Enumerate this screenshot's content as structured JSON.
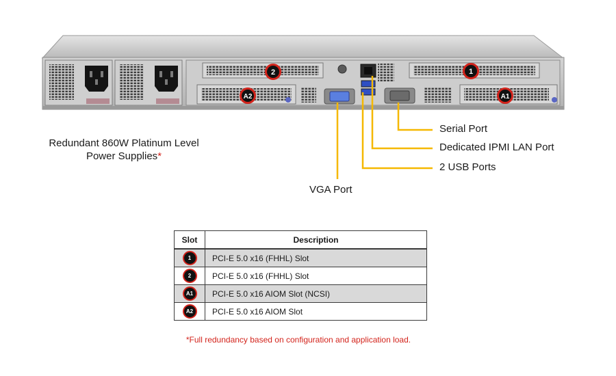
{
  "callouts": {
    "serial_port": "Serial Port",
    "ipmi_port": "Dedicated IPMI  LAN Port",
    "usb_ports": "2 USB Ports",
    "vga_port": "VGA Port"
  },
  "psu_caption": {
    "line1": "Redundant  860W Platinum  Level",
    "line2": "Power Supplies",
    "asterisk": "*"
  },
  "slot_badges": {
    "slot_1": "1",
    "slot_2": "2",
    "slot_a1": "A1",
    "slot_a2": "A2"
  },
  "table": {
    "headers": {
      "slot": "Slot",
      "description": "Description"
    },
    "rows": [
      {
        "slot": "1",
        "description": "PCI-E  5.0 x16 (FHHL)  Slot"
      },
      {
        "slot": "2",
        "description": "PCI-E  5.0 x16 (FHHL)  Slot"
      },
      {
        "slot": "A1",
        "description": "PCI-E  5.0 x16 AIOM Slot (NCSI)"
      },
      {
        "slot": "A2",
        "description": "PCI-E  5.0 x16 AIOM Slot"
      }
    ]
  },
  "footnote": "*Full redundancy  based on configuration  and application load.",
  "colors": {
    "callout_line": "#f5b800",
    "badge_ring": "#d3231b",
    "footnote": "#d3231b",
    "chassis": "#c8c8c8"
  }
}
